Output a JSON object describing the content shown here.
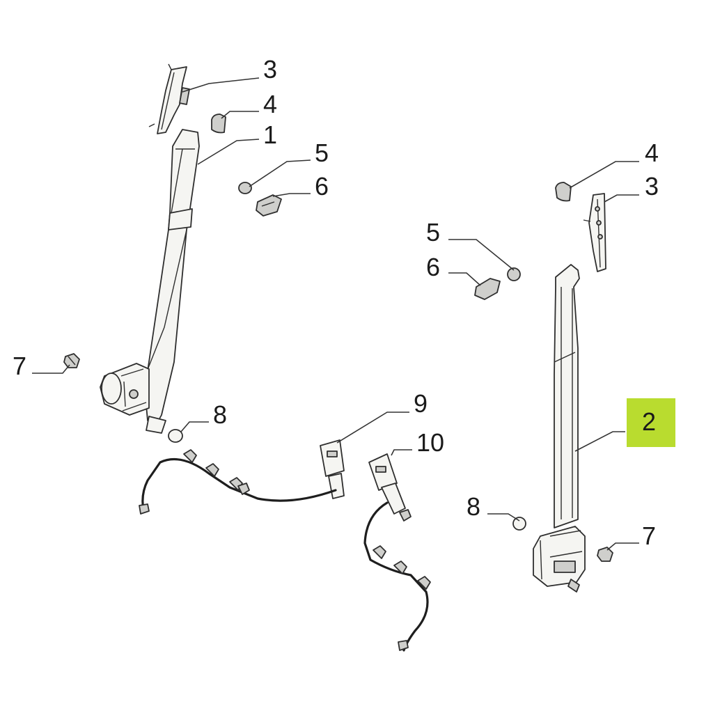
{
  "callouts": {
    "left_guide": "3",
    "left_cap": "4",
    "left_belt": "1",
    "left_grommet": "5",
    "left_cover": "6",
    "left_bolt": "7",
    "left_plug": "8",
    "buckle_a": "9",
    "buckle_b": "10",
    "right_cap": "4",
    "right_guide": "3",
    "right_grommet": "5",
    "right_cover": "6",
    "right_belt": "2",
    "right_plug": "8",
    "right_bolt": "7"
  },
  "colors": {
    "highlight": "#b9dc2f",
    "line": "#2e2e2e"
  },
  "highlighted_part": "2"
}
